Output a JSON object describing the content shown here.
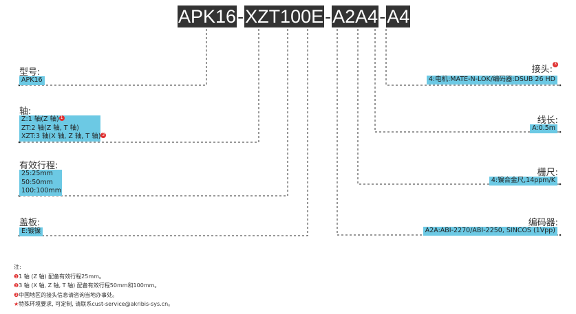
{
  "code": {
    "segments": [
      "APK16",
      "XZT100E",
      "A2A4",
      "A4"
    ],
    "sep": "-"
  },
  "left": [
    {
      "label": "型号:",
      "options": [
        "APK16"
      ]
    },
    {
      "label": "轴:",
      "options": [
        "Z:1 轴(Z 轴)",
        "ZT:2 轴(Z 轴, T 轴)",
        "XZT:3 轴(X 轴, Z 轴, T 轴)"
      ]
    },
    {
      "label": "有效行程:",
      "options": [
        "25:25mm",
        "50:50mm",
        "100:100mm"
      ]
    },
    {
      "label": "盖板:",
      "options": [
        "E:镀镍"
      ]
    }
  ],
  "right": [
    {
      "label": "接头:",
      "options": [
        "4:电机:MATE-N-LOK/编码器:DSUB 26 HD"
      ]
    },
    {
      "label": "线长:",
      "options": [
        "A:0.5m"
      ]
    },
    {
      "label": "栅尺:",
      "options": [
        "4:镍合金尺,14ppm/K"
      ]
    },
    {
      "label": "编码器:",
      "options": [
        "A2A:ABI-2270/ABI-2250, SINCOS (1Vpp)"
      ]
    }
  ],
  "marks": {
    "m1": "1",
    "m2": "2",
    "m3": "3"
  },
  "notes": {
    "title": "注:",
    "items": [
      "1 轴 (Z 轴) 配备有效行程25mm。",
      "3 轴 (X 轴, Z 轴, T 轴) 配备有效行程50mm和100mm。",
      "中国地区的接头信息请咨询当地办事处。",
      "特殊环境要求, 可定制, 请联系cust-service@akribis-sys.cn。"
    ],
    "bullets": [
      "❶",
      "❷",
      "❸",
      "★"
    ]
  },
  "colors": {
    "accent": "#6cc9e4",
    "code_bg": "#333333",
    "mark": "#e03030"
  }
}
